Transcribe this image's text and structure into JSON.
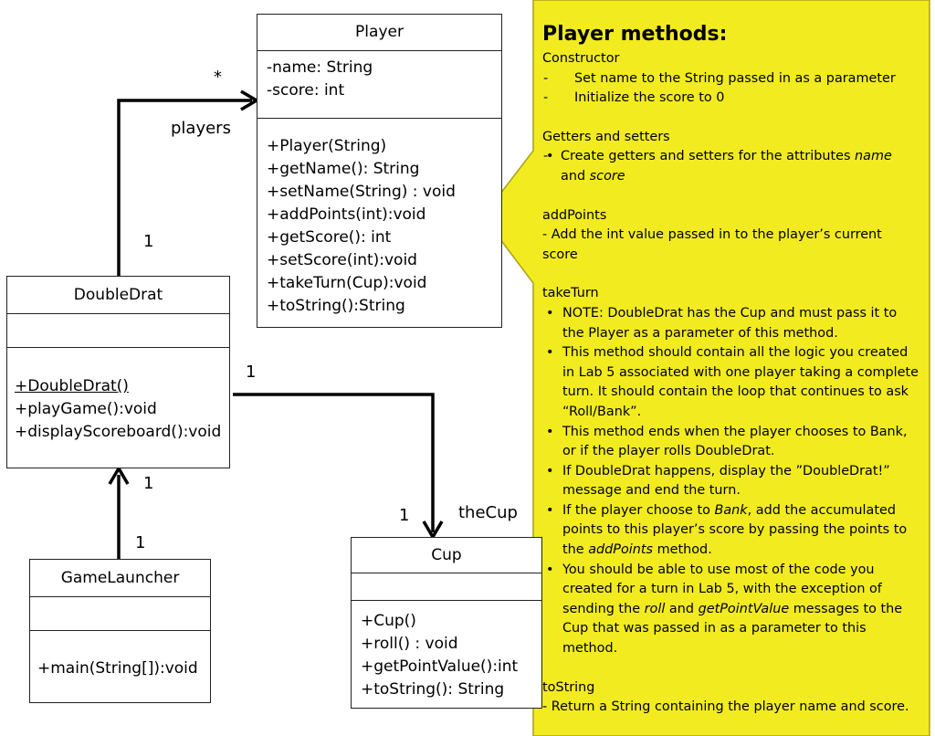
{
  "player": {
    "name": "Player",
    "attributes": [
      "-name: String",
      "-score: int"
    ],
    "methods": [
      "+Player(String)",
      "+getName(): String",
      "+setName(String) : void",
      "+addPoints(int):void",
      "+getScore(): int",
      "+setScore(int):void",
      "+takeTurn(Cup):void",
      "+toString():String"
    ]
  },
  "doubledrat": {
    "name": "DoubleDrat",
    "methods": [
      "+DoubleDrat()",
      "+playGame():void",
      "+displayScoreboard():void"
    ]
  },
  "gamelauncher": {
    "name": "GameLauncher",
    "methods": [
      "+main(String[]):void"
    ]
  },
  "cup": {
    "name": "Cup",
    "methods": [
      "+Cup()",
      "+roll() : void",
      "+getPointValue():int",
      "+toString(): String"
    ]
  },
  "assoc": {
    "players_label": "players",
    "players_mult": "*",
    "players_src_mult": "1",
    "cup_src_mult": "1",
    "cup_mult": "1",
    "cup_label": "theCup",
    "launch_top_mult": "1",
    "launch_bottom_mult": "1"
  },
  "note": {
    "title": "Player methods:",
    "constructor_head": "Constructor",
    "constructor_items": [
      "Set name to the String passed in as a parameter",
      "Initialize the score to 0"
    ],
    "getset_head": "Getters and setters",
    "getset_pre": "Create getters and setters for the attributes ",
    "getset_name": "name",
    "getset_and": "and ",
    "getset_score": "score",
    "addpoints_head": "addPoints",
    "addpoints_line1": "- Add the int value passed in to the player’s current",
    "addpoints_line2": "score",
    "taketurn_head": "takeTurn",
    "tt1_a": "NOTE: DoubleDrat has the Cup and must pass it to",
    "tt1_b": "the Player as a parameter of this method.",
    "tt2_a": "This method should contain all the logic you created",
    "tt2_b": "in Lab 5 associated with one player taking a complete",
    "tt2_c": "turn.   It should contain the loop that continues to ask",
    "tt2_d": "“Roll/Bank”.",
    "tt3_a": "This method ends when the player chooses to Bank,",
    "tt3_b": "or if the player rolls DoubleDrat.",
    "tt4_a": "If DoubleDrat happens, display the ”DoubleDrat!”",
    "tt4_b": "message and end the turn.",
    "tt5_a_pre": "If the player choose to ",
    "tt5_a_em": "Bank",
    "tt5_a_post": ", add the accumulated",
    "tt5_b": "points to this player’s score by passing the points to",
    "tt5_c_pre": "the ",
    "tt5_c_em": "addPoints",
    "tt5_c_post": " method.",
    "tt6_a": "You should be able to use most of the code you",
    "tt6_b": "created for a turn in Lab 5, with the exception of",
    "tt6_c_pre": "sending the ",
    "tt6_c_em1": "roll",
    "tt6_c_mid": " and ",
    "tt6_c_em2": "getPointValue",
    "tt6_c_post": " messages to the",
    "tt6_d": "Cup that was passed in as a parameter to this",
    "tt6_e": "method.",
    "tostring_head": "toString",
    "tostring_line": "- Return a String containing the player name and score."
  },
  "colors": {
    "note_fill": "#f2eb1f",
    "note_border": "#a8a21a"
  }
}
